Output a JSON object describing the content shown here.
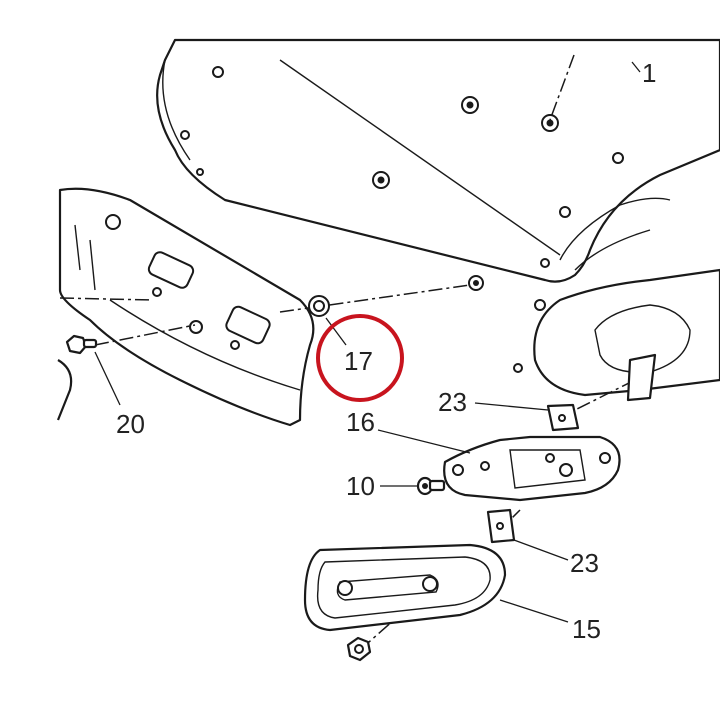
{
  "labels": {
    "top_right": "1",
    "p17": "17",
    "p20": "20",
    "p23a": "23",
    "p16": "16",
    "p10": "10",
    "p23b": "23",
    "p15": "15"
  },
  "colors": {
    "line": "#1a1a1a",
    "highlight": "#c8141e",
    "background": "#ffffff"
  },
  "highlight": {
    "part": "17",
    "shape": "circle"
  }
}
